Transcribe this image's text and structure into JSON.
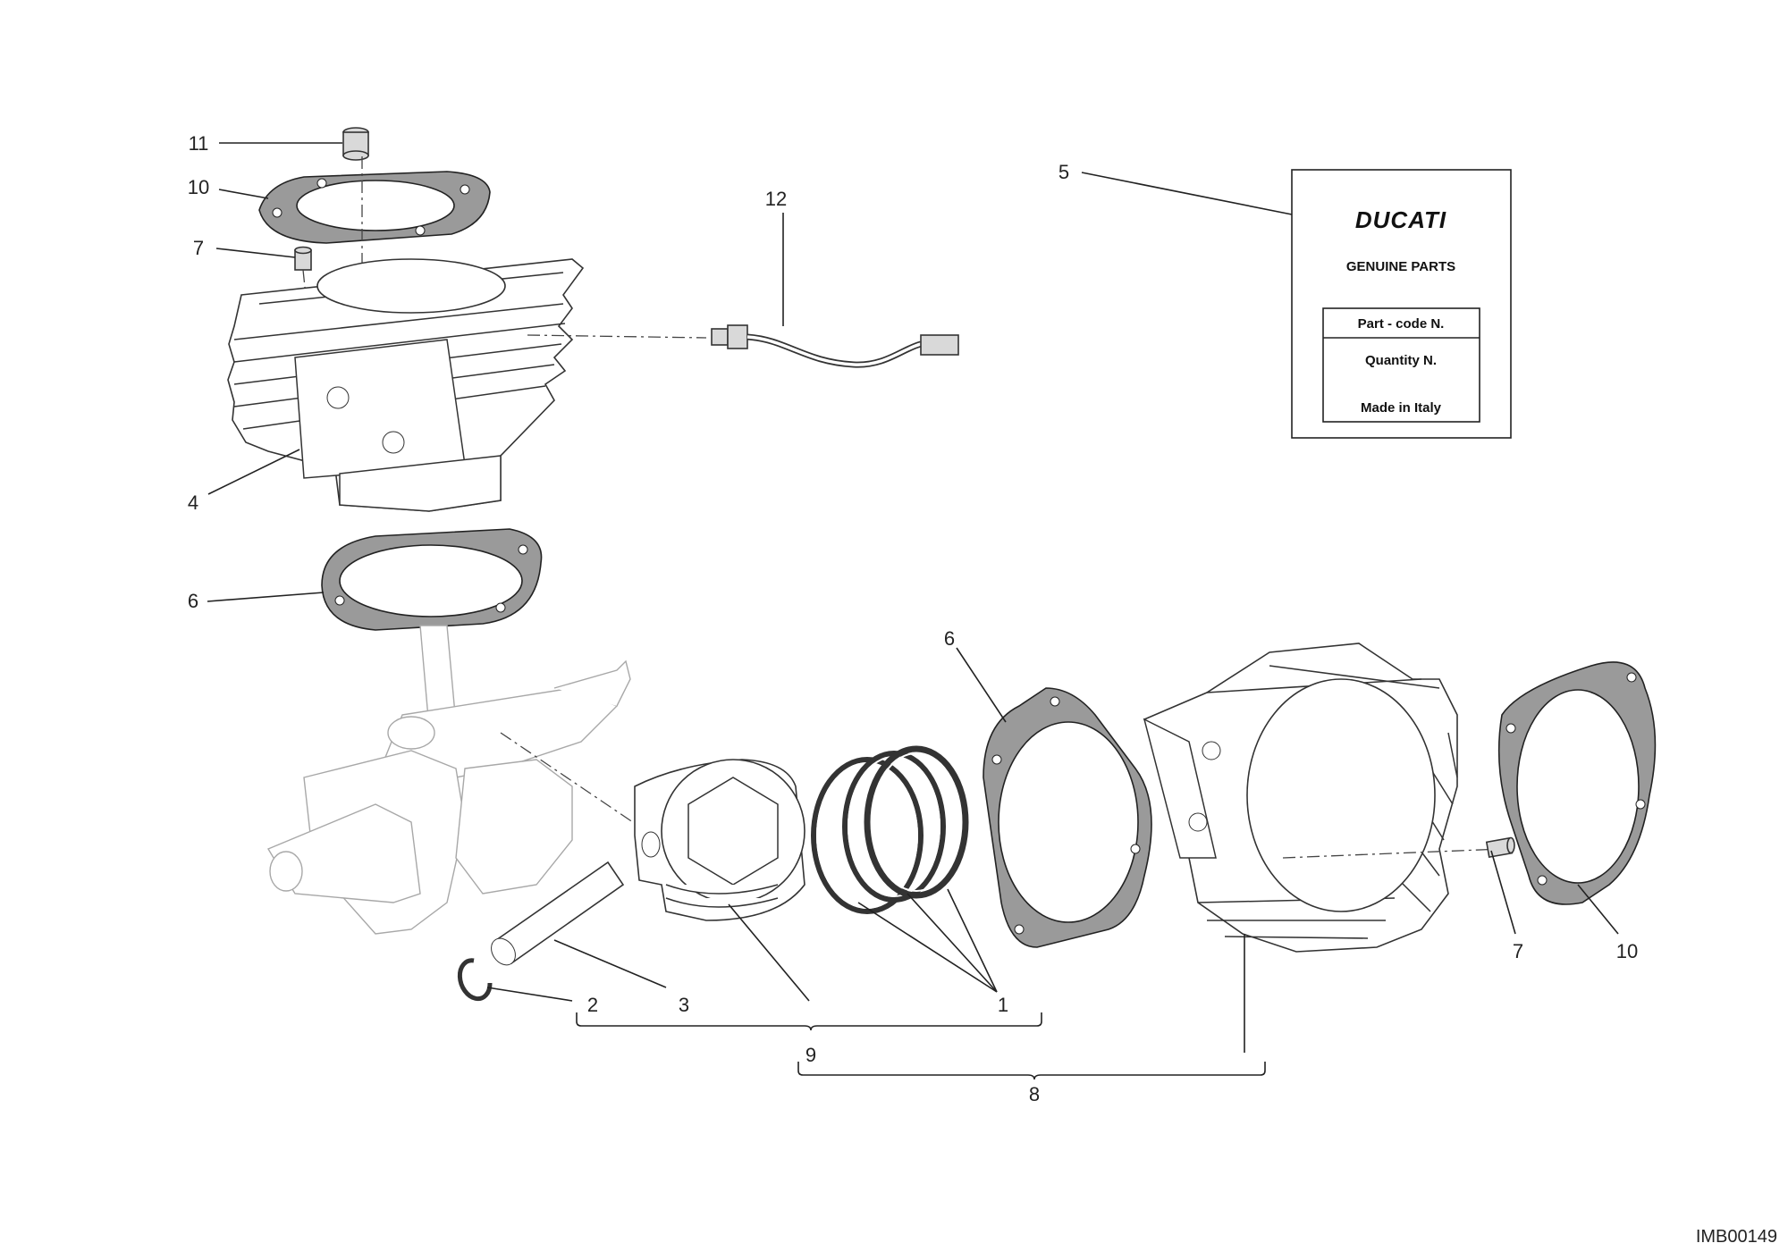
{
  "diagram": {
    "image_code": "IMB00149",
    "callouts": {
      "c11": "11",
      "c10a": "10",
      "c7a": "7",
      "c4": "4",
      "c6a": "6",
      "c12": "12",
      "c5": "5",
      "c6b": "6",
      "c1": "1",
      "c2": "2",
      "c3": "3",
      "c9": "9",
      "c8": "8",
      "c7b": "7",
      "c10b": "10"
    },
    "label_card": {
      "brand": "DUCATI",
      "heading": "GENUINE PARTS",
      "part_code": "Part - code N.",
      "quantity": "Quantity N.",
      "origin": "Made in Italy"
    }
  }
}
